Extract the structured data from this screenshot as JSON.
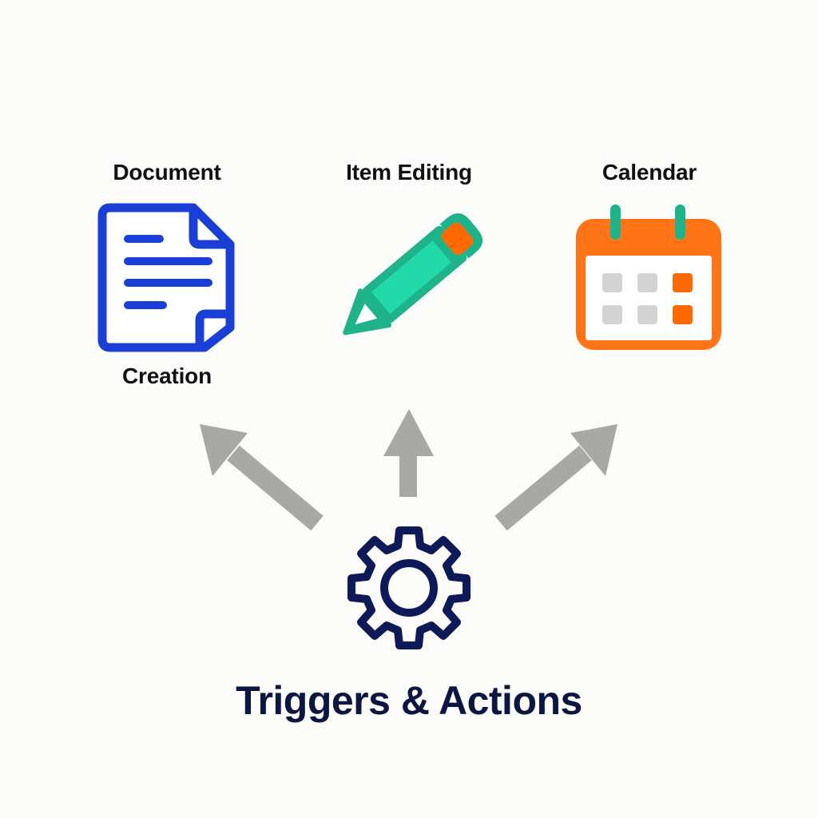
{
  "diagram": {
    "title": "Triggers & Actions",
    "source": {
      "name": "Triggers & Actions",
      "icon": "gear-icon",
      "color": "#0d1a57"
    },
    "targets": [
      {
        "label_top": "Document",
        "label_bottom": "Creation",
        "icon": "document-icon",
        "color": "#1a3fd6"
      },
      {
        "label_top": "Item Editing",
        "icon": "pencil-icon",
        "color": "#1fb38c",
        "accent": "#ff6a00"
      },
      {
        "label_top": "Calendar",
        "icon": "calendar-icon",
        "color": "#ff7417",
        "accent": "#1fb38c"
      }
    ],
    "arrows": [
      {
        "direction": "up-left",
        "color": "#a8a8a6"
      },
      {
        "direction": "up",
        "color": "#a8a8a6"
      },
      {
        "direction": "up-right",
        "color": "#a8a8a6"
      }
    ]
  }
}
